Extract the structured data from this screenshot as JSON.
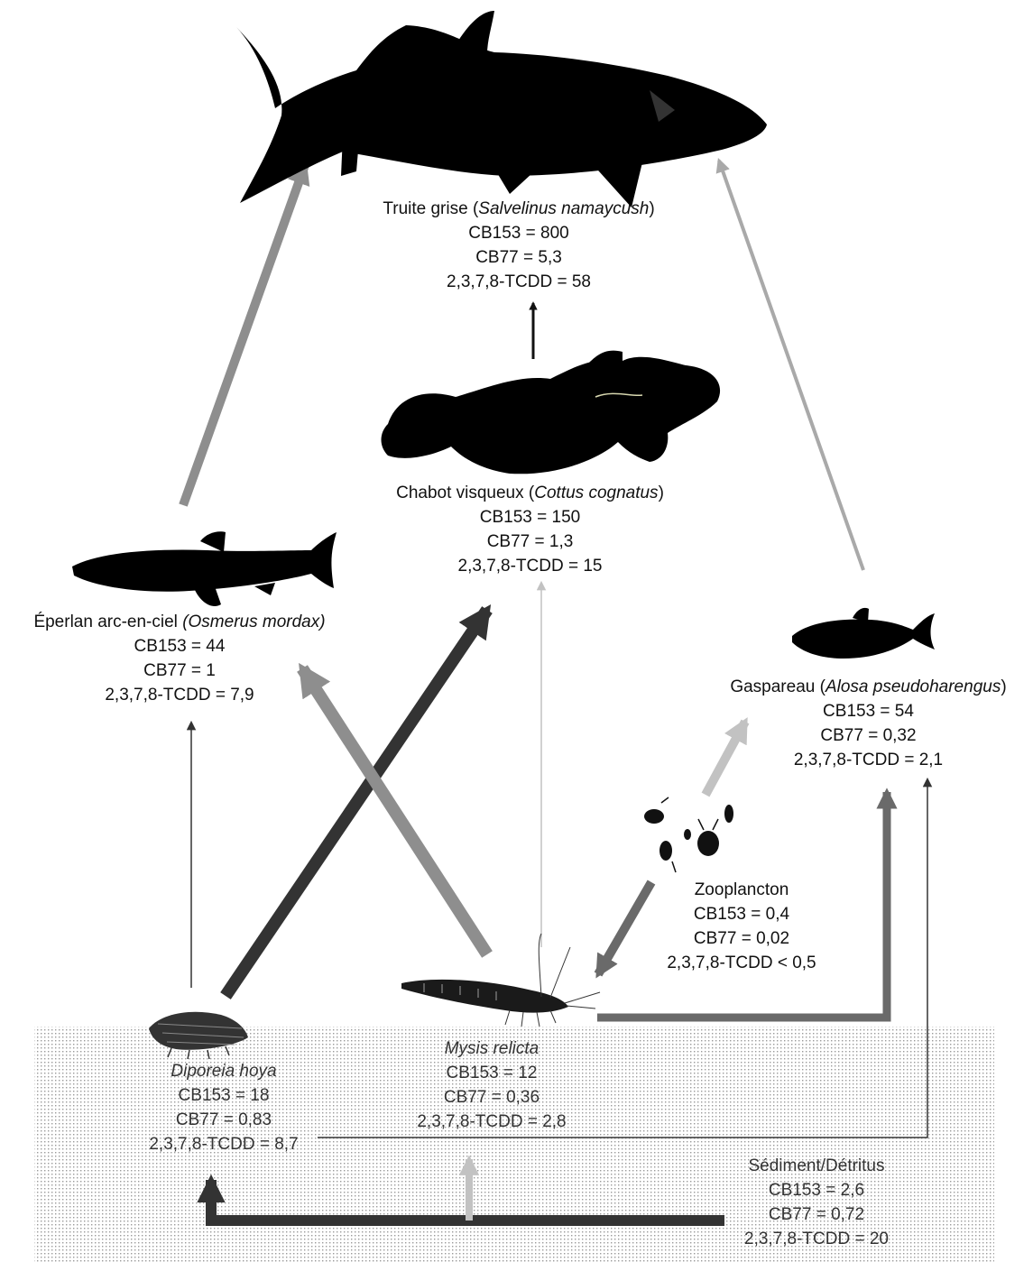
{
  "organisms": {
    "trout": {
      "common": "Truite grise (",
      "latin": "Salvelinus namaycush",
      "close": ")",
      "cb153": "CB153 = 800",
      "cb77": "CB77 = 5,3",
      "tcdd": "2,3,7,8-TCDD = 58",
      "icon": "lake-trout-silhouette"
    },
    "sculpin": {
      "common": "Chabot visqueux (",
      "latin": "Cottus cognatus",
      "close": ")",
      "cb153": "CB153 = 150",
      "cb77": "CB77 = 1,3",
      "tcdd": "2,3,7,8-TCDD = 15",
      "icon": "sculpin-silhouette"
    },
    "smelt": {
      "common": "Éperlan arc-en-ciel ",
      "latin": "(Osmerus mordax)",
      "close": "",
      "cb153": "CB153 = 44",
      "cb77": "CB77 = 1",
      "tcdd": "2,3,7,8-TCDD = 7,9",
      "icon": "smelt-silhouette"
    },
    "alewife": {
      "common": "Gaspareau (",
      "latin": "Alosa pseudoharengus",
      "close": ")",
      "cb153": "CB153 = 54",
      "cb77": "CB77 = 0,32",
      "tcdd": "2,3,7,8-TCDD = 2,1",
      "icon": "alewife-silhouette"
    },
    "zooplankton": {
      "common": "Zooplancton",
      "cb153": "CB153 = 0,4",
      "cb77": "CB77 = 0,02",
      "tcdd": "2,3,7,8-TCDD < 0,5",
      "icon": "zooplankton-cluster"
    },
    "diporeia": {
      "latin": "Diporeia hoya",
      "cb153": "CB153 = 18",
      "cb77": "CB77 = 0,83",
      "tcdd": "2,3,7,8-TCDD = 8,7",
      "icon": "amphipod-silhouette"
    },
    "mysis": {
      "latin": "Mysis relicta",
      "cb153": "CB153 = 12",
      "cb77": "CB77 = 0,36",
      "tcdd": "2,3,7,8-TCDD = 2,8",
      "icon": "mysid-shrimp-silhouette"
    },
    "sediment": {
      "common": "Sédiment/Détritus",
      "cb153": "CB153 = 2,6",
      "cb77": "CB77 = 0,72",
      "tcdd": "2,3,7,8-TCDD = 20"
    }
  },
  "colors": {
    "black": "#111111",
    "dark_gray": "#333333",
    "mid_gray": "#6a6a6a",
    "gray": "#8e8e8e",
    "light_gray": "#a9a9a9",
    "pale_gray": "#c2c2c2",
    "sediment_dots": "#9a9a9a"
  },
  "links": [
    {
      "from": "smelt",
      "to": "trout",
      "weight": "thick",
      "color": "gray"
    },
    {
      "from": "alewife",
      "to": "trout",
      "weight": "thin",
      "color": "light_gray"
    },
    {
      "from": "sculpin",
      "to": "trout",
      "weight": "thin",
      "color": "black"
    },
    {
      "from": "diporeia",
      "to": "smelt",
      "weight": "thin",
      "color": "dark_gray"
    },
    {
      "from": "diporeia",
      "to": "sculpin",
      "weight": "very-thick",
      "color": "dark_gray"
    },
    {
      "from": "mysis",
      "to": "smelt",
      "weight": "very-thick",
      "color": "gray"
    },
    {
      "from": "mysis",
      "to": "sculpin",
      "weight": "thin",
      "color": "pale_gray"
    },
    {
      "from": "mysis",
      "to": "alewife",
      "weight": "thick",
      "color": "gray"
    },
    {
      "from": "diporeia",
      "to": "alewife",
      "weight": "thin",
      "color": "dark_gray"
    },
    {
      "from": "zooplankton",
      "to": "alewife",
      "weight": "thick",
      "color": "pale_gray"
    },
    {
      "from": "zooplankton",
      "to": "mysis",
      "weight": "thick",
      "color": "mid_gray"
    },
    {
      "from": "sediment",
      "to": "diporeia",
      "weight": "very-thick",
      "color": "dark_gray"
    },
    {
      "from": "sediment",
      "to": "mysis",
      "weight": "thick",
      "color": "pale_gray"
    }
  ]
}
